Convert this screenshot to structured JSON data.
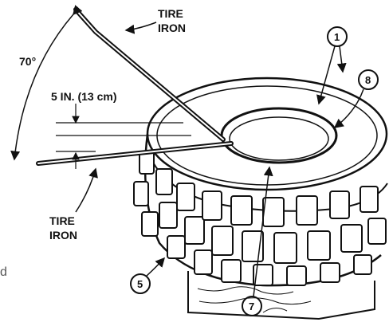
{
  "labels": {
    "tire_iron_top_line1": "TIRE",
    "tire_iron_top_line2": "IRON",
    "tire_iron_bottom_line1": "TIRE",
    "tire_iron_bottom_line2": "IRON",
    "angle": "70°",
    "distance": "5 IN. (13 cm)",
    "edge_fragment": "d"
  },
  "callouts": {
    "c1": "1",
    "c8": "8",
    "c5": "5",
    "c7": "7"
  }
}
